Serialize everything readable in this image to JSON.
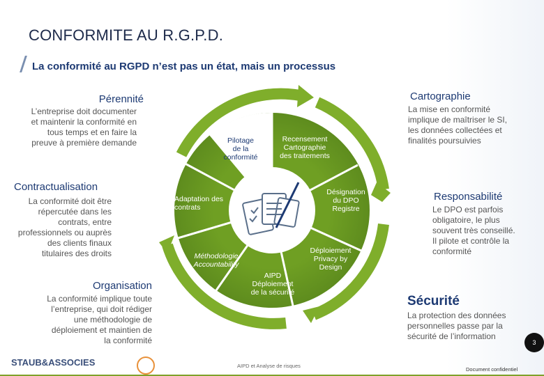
{
  "title": "CONFORMITE AU R.G.P.D.",
  "subtitle": "La conformité au RGPD n’est pas un état, mais un processus",
  "left": {
    "perennite": {
      "heading": "Pérennité",
      "text": [
        "L’entreprise doit documenter",
        "et maintenir la conformité en",
        "tous temps et en faire la",
        "preuve à première demande"
      ]
    },
    "contractualisation": {
      "heading": "Contractualisation",
      "text": [
        "La conformité doit être",
        "répercutée dans les",
        "contrats, entre",
        "professionnels ou auprès",
        "des clients finaux",
        "titulaires des droits"
      ]
    },
    "organisation": {
      "heading": "Organisation",
      "text": [
        "La conformité implique toute",
        "l’entreprise, qui doit rédiger",
        "une méthodologie de",
        "déploiement et maintien de",
        "la conformité"
      ]
    }
  },
  "right": {
    "cartographie": {
      "heading": "Cartographie",
      "text": [
        "La mise en conformité",
        "implique de maîtriser le SI,",
        "les données collectées et",
        "finalités poursuivies"
      ]
    },
    "responsabilite": {
      "heading": "Responsabilité",
      "text": [
        "Le DPO est parfois",
        "obligatoire, le plus",
        "souvent très conseillé.",
        "Il pilote et contrôle la",
        "conformité"
      ]
    },
    "securite": {
      "heading": "Sécurité",
      "text": [
        "La protection des données",
        "personnelles passe par la",
        "sécurité de l’information"
      ]
    }
  },
  "wheel": {
    "pilotage": [
      "Pilotage",
      "de la",
      "conformité"
    ],
    "recensement": [
      "Recensement",
      "Cartographie",
      "des traitements"
    ],
    "designation": [
      "Désignation",
      "du DPO",
      "Registre"
    ],
    "deploiement_privacy": [
      "Déploiement",
      "Privacy by",
      "Design"
    ],
    "aipd": [
      "AIPD",
      "Déploiement",
      "de la sécurité"
    ],
    "methodologie": [
      "Méthodologie",
      "Accountability"
    ],
    "adaptation": [
      "Adaptation des",
      "contrats"
    ]
  },
  "footer": {
    "logo": "STAUB&ASSOCIES",
    "center": "AIPD et Analyse de risques",
    "right": "Document confidentiel",
    "page": "3"
  },
  "colors": {
    "green_dark": "#5e8c1e",
    "green_light": "#7fae2b",
    "white_circle": "#ffffff",
    "text_blue": "#1d3a73"
  }
}
